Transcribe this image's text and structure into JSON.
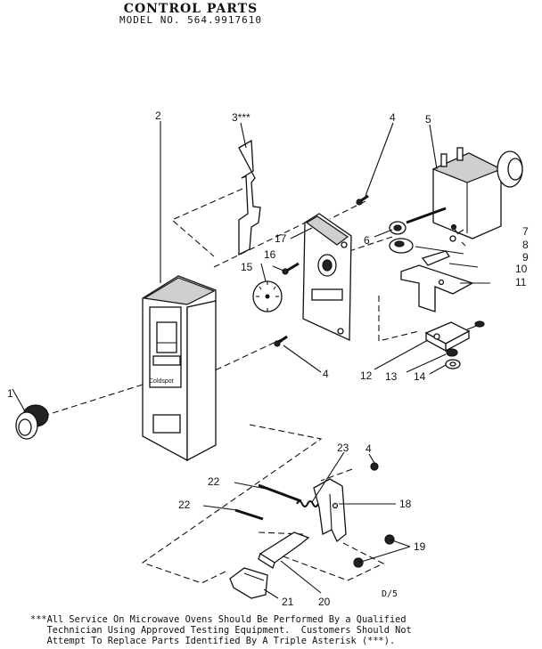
{
  "header": {
    "title": "CONTROL PARTS",
    "model": "MODEL NO. 564.9917610"
  },
  "callouts": {
    "c1": "1",
    "c2": "2",
    "c3": "3***",
    "c4a": "4",
    "c4b": "4",
    "c4c": "4",
    "c5": "5",
    "c6": "6",
    "c7": "7",
    "c8": "8",
    "c9": "9",
    "c10": "10",
    "c11": "11",
    "c12": "12",
    "c13": "13",
    "c14": "14",
    "c15": "15",
    "c16": "16",
    "c17": "17",
    "c18": "18",
    "c19": "19",
    "c20": "20",
    "c21": "21",
    "c22a": "22",
    "c22b": "22",
    "c23": "23"
  },
  "door_label": "Coldspot",
  "drawing_code": "D/5",
  "footer": {
    "line1": "***All Service On Microwave Ovens Should Be Performed By a Qualified",
    "line2": "   Technician Using Approved Testing Equipment.  Customers Should Not",
    "line3": "   Attempt To Replace Parts Identified By A Triple Asterisk (***)."
  }
}
